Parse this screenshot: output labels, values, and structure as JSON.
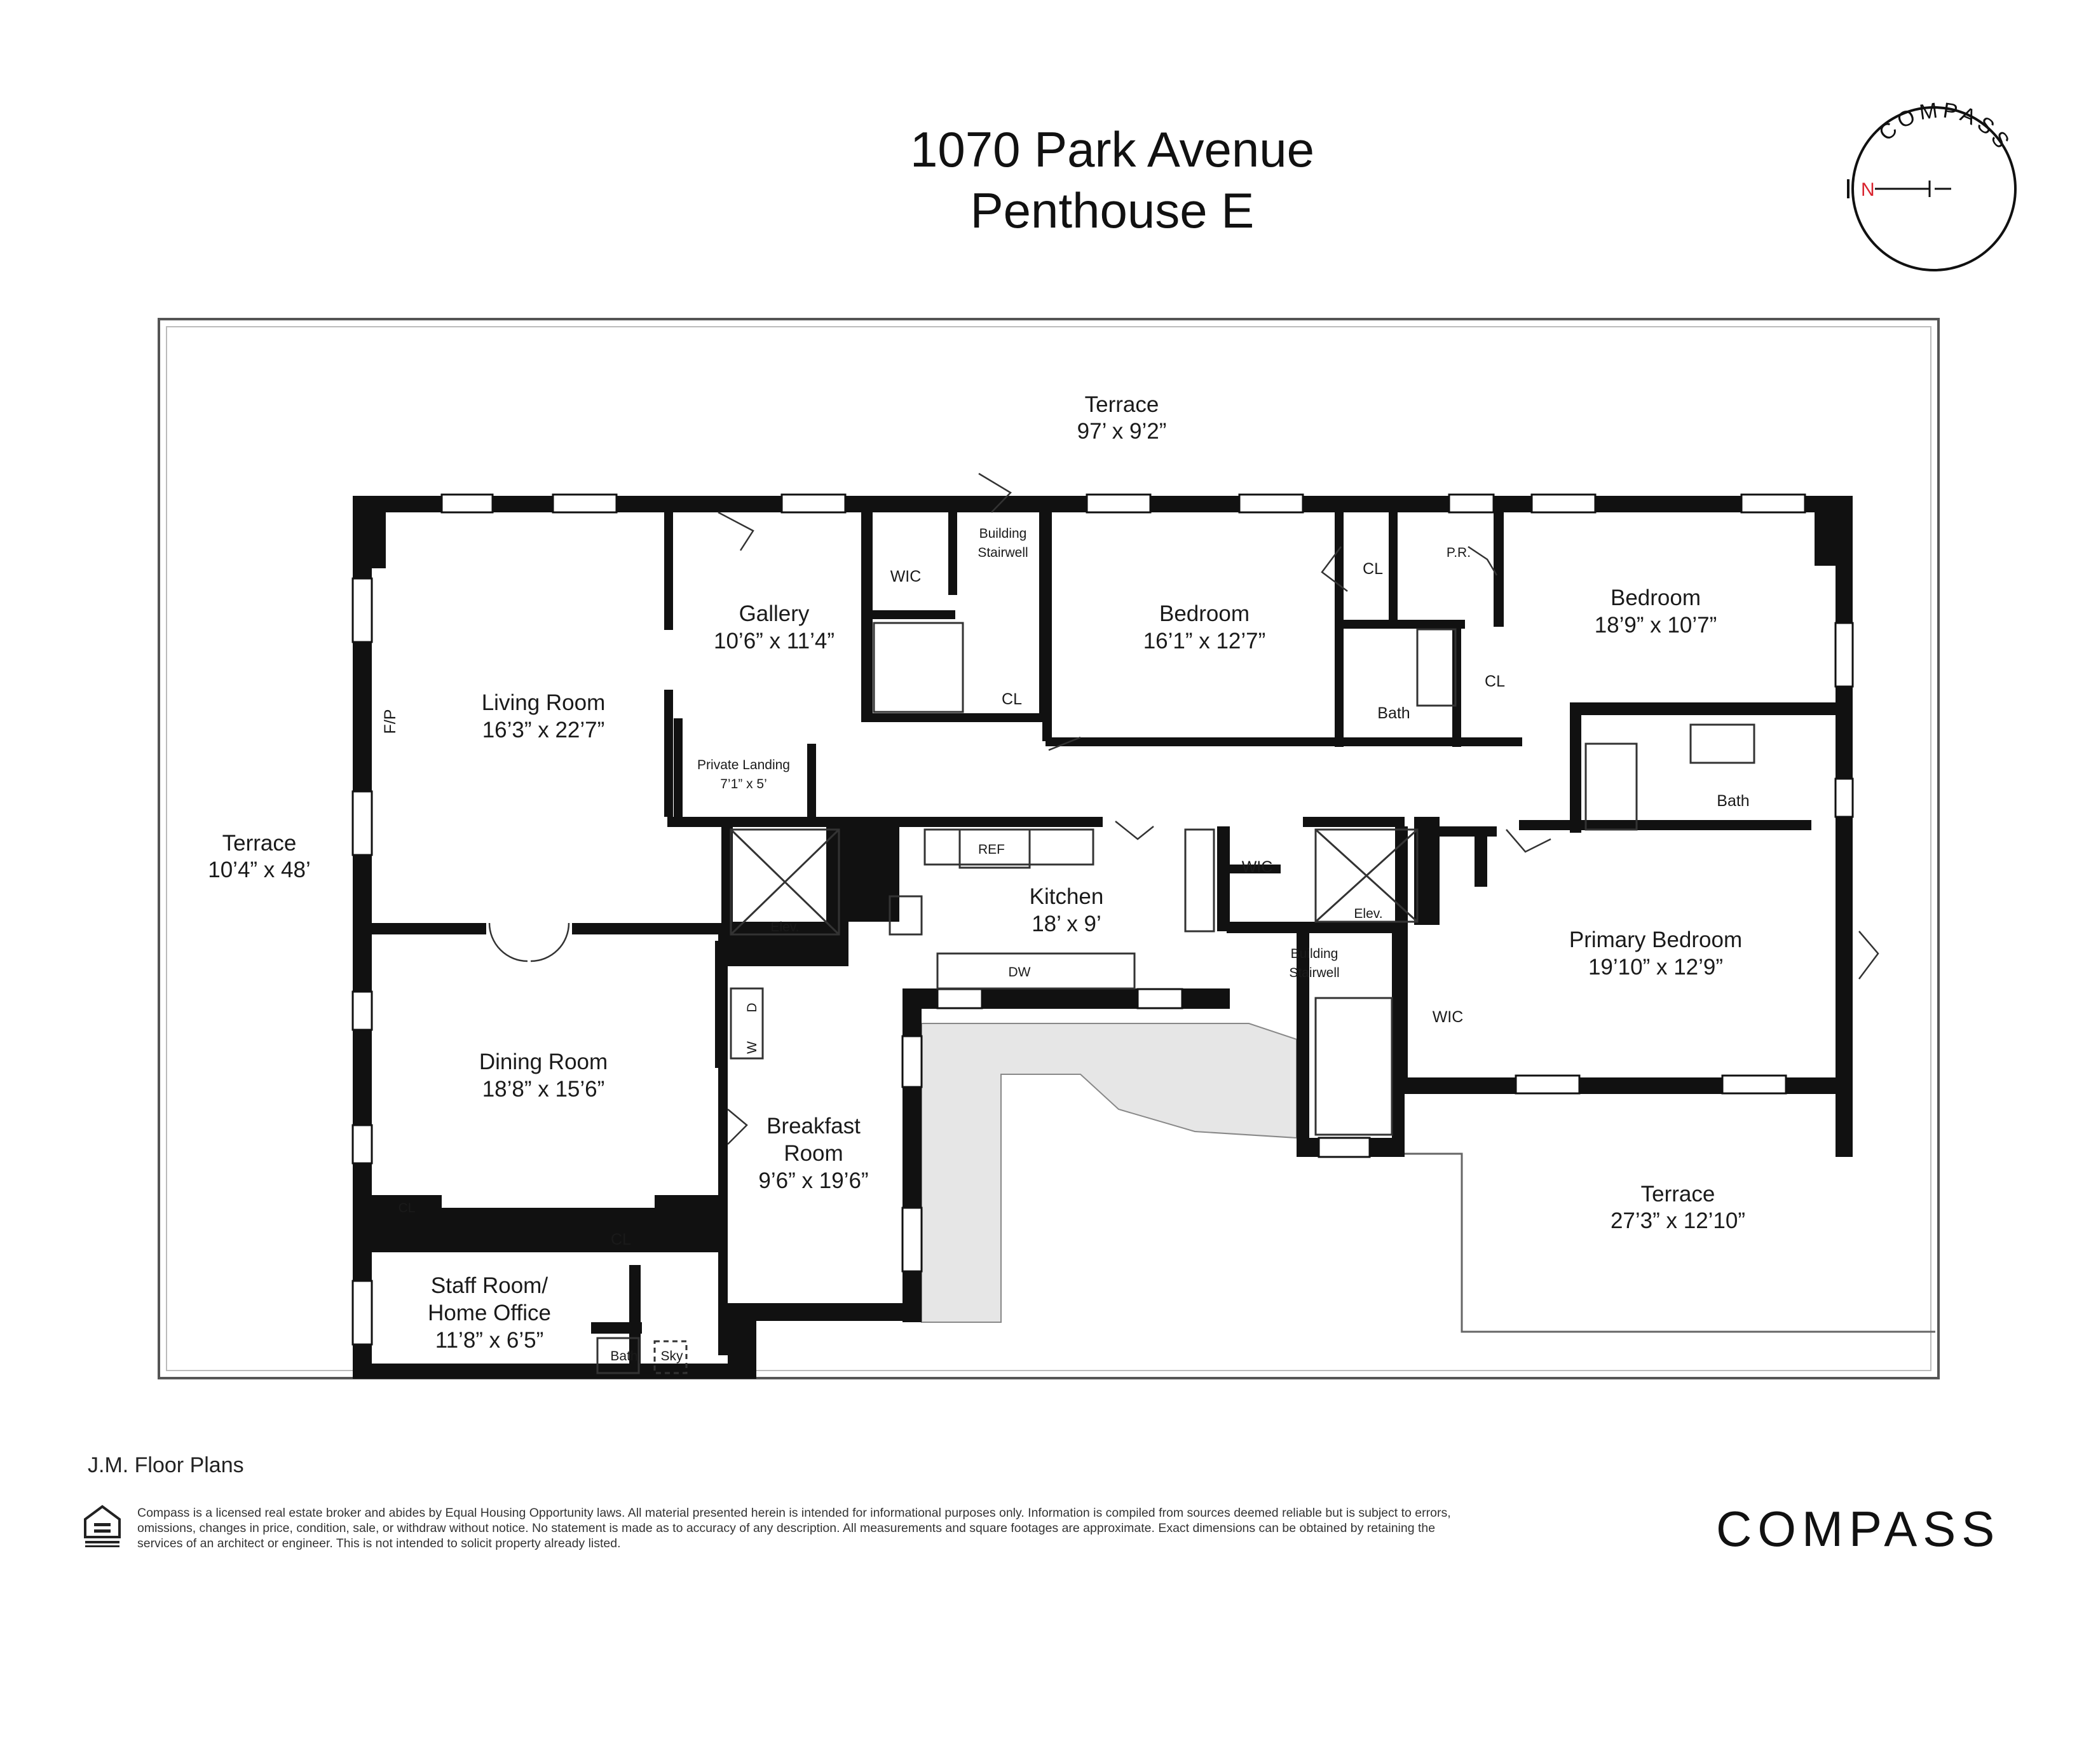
{
  "header": {
    "line1": "1070 Park Avenue",
    "line2": "Penthouse E"
  },
  "compass": {
    "ring_text": "COMPASS",
    "north_label": "N",
    "north_color": "#d9232e"
  },
  "rooms": {
    "terrace_north": {
      "name": "Terrace",
      "dims": "97’ x 9’2”"
    },
    "terrace_west": {
      "name": "Terrace",
      "dims": "10’4” x 48’"
    },
    "terrace_southeast": {
      "name": "Terrace",
      "dims": "27’3” x 12’10”"
    },
    "living_room": {
      "name": "Living Room",
      "dims": "16’3” x 22’7”"
    },
    "gallery": {
      "name": "Gallery",
      "dims": "10’6” x 11’4”"
    },
    "private_landing": {
      "name": "Private Landing",
      "dims": "7’1” x 5’"
    },
    "bedroom_1": {
      "name": "Bedroom",
      "dims": "16’1” x 12’7”"
    },
    "bedroom_2": {
      "name": "Bedroom",
      "dims": "18’9” x 10’7”"
    },
    "kitchen": {
      "name": "Kitchen",
      "dims": "18’ x 9’"
    },
    "dining_room": {
      "name": "Dining Room",
      "dims": "18’8” x 15’6”"
    },
    "breakfast_room": {
      "name_line1": "Breakfast",
      "name_line2": "Room",
      "dims": "9’6” x 19’6”"
    },
    "staff_room": {
      "name_line1": "Staff Room/",
      "name_line2": "Home Office",
      "dims": "11’8” x 6’5”"
    },
    "primary_bedroom": {
      "name": "Primary Bedroom",
      "dims": "19’10” x 12’9”"
    }
  },
  "fixtures": {
    "fireplace": "F/P",
    "wic": "WIC",
    "closet": "CL",
    "powder_room": "P.R.",
    "bath": "Bath",
    "elevator": "Elev.",
    "building_stairwell_line1": "Building",
    "building_stairwell_line2": "Stairwell",
    "refrigerator": "REF",
    "dishwasher": "DW",
    "washer": "W",
    "dryer": "D",
    "skylight": "Sky"
  },
  "colors": {
    "walls": "#111111",
    "shaded_area": "#e6e6e6"
  },
  "footer": {
    "credit": "J.M. Floor Plans",
    "disclaimer": "Compass is a licensed real estate broker and abides by Equal Housing Opportunity laws. All material presented herein is intended for informational purposes only. Information is compiled from sources deemed reliable but is subject to errors, omissions, changes in price, condition, sale, or withdraw without notice. No statement is made as to accuracy of any description. All measurements and square footages are approximate. Exact dimensions can be obtained by retaining the services of an architect or engineer. This is not intended to solicit property already listed.",
    "brand": "COMPASS",
    "equal_housing_icon": "equal-housing-opportunity-icon"
  }
}
